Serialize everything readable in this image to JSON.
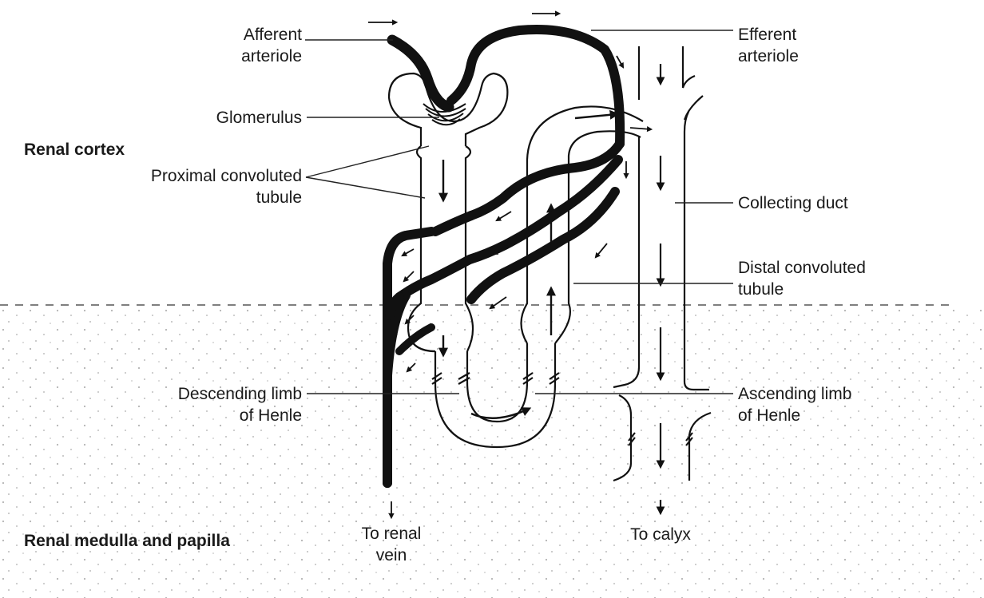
{
  "regions": {
    "cortex": "Renal cortex",
    "medulla": "Renal medulla and papilla"
  },
  "labels": {
    "afferent_1": "Afferent",
    "afferent_2": "arteriole",
    "efferent_1": "Efferent",
    "efferent_2": "arteriole",
    "glomerulus": "Glomerulus",
    "proximal_1": "Proximal convoluted",
    "proximal_2": "tubule",
    "collecting": "Collecting duct",
    "distal_1": "Distal convoluted",
    "distal_2": "tubule",
    "descending_1": "Descending limb",
    "descending_2": "of Henle",
    "ascending_1": "Ascending limb",
    "ascending_2": "of Henle",
    "renal_vein_1": "To renal",
    "renal_vein_2": "vein",
    "calyx": "To calyx"
  },
  "colors": {
    "ink": "#111111",
    "stipple": "#b5b5b5",
    "background": "#ffffff"
  }
}
